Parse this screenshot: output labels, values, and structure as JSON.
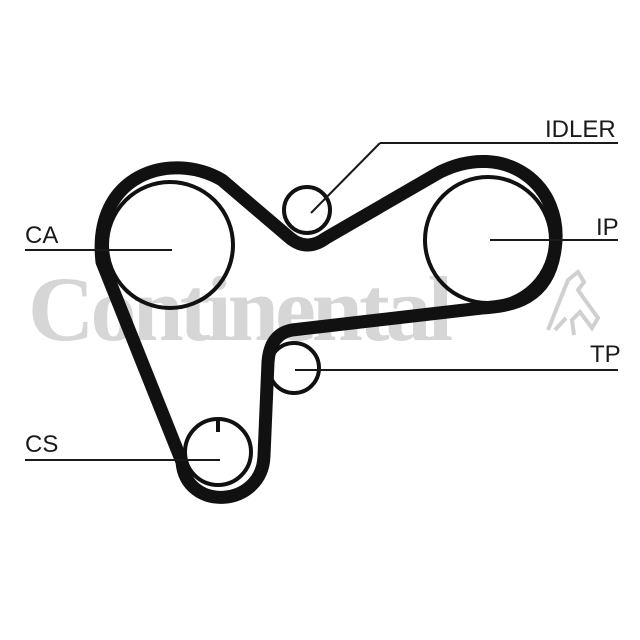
{
  "watermark": {
    "text": "Continental",
    "color": "#d6d6d6"
  },
  "labels": {
    "idler": "IDLER",
    "ca": "CA",
    "ip": "IP",
    "tp": "TP",
    "cs": "CS"
  },
  "colors": {
    "belt": "#111111",
    "lines": "#1a1a1a"
  }
}
